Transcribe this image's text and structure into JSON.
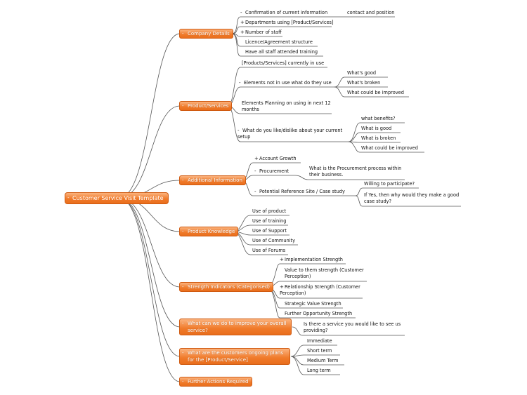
{
  "root": {
    "label": "Customer Service Visit Template",
    "toggle": "-"
  },
  "branches": [
    {
      "label": "Company Details",
      "toggle": "-"
    },
    {
      "label": "Product/Services",
      "toggle": "-"
    },
    {
      "label": "Additional Information",
      "toggle": "-"
    },
    {
      "label": "Product Knowledge",
      "toggle": "-"
    },
    {
      "label": "Strength Indicators (Categorised)",
      "toggle": "-"
    },
    {
      "label": "What can we do to improve your overall service?",
      "toggle": "-"
    },
    {
      "label": "What are the customers ongoing plans for the [Product/Service]",
      "toggle": "-"
    },
    {
      "label": "Further Actions Required",
      "toggle": "-"
    }
  ],
  "leaves": [
    {
      "label": "Confirmation of current information",
      "marker": "-"
    },
    {
      "label": "contact and position",
      "marker": ""
    },
    {
      "label": "Departments using [Product/Services]",
      "marker": "+"
    },
    {
      "label": "Number of staff",
      "marker": "+"
    },
    {
      "label": "Licence/Agreement structure",
      "marker": ""
    },
    {
      "label": "Have all staff attended training",
      "marker": ""
    },
    {
      "label": "[Products/Services] currently in use",
      "marker": ""
    },
    {
      "label": "Elements not in use what do they use",
      "marker": "-"
    },
    {
      "label": "What's good",
      "marker": ""
    },
    {
      "label": "What's broken",
      "marker": ""
    },
    {
      "label": "What could be improved",
      "marker": ""
    },
    {
      "label": "Elements Planning on using in next 12 months",
      "marker": ""
    },
    {
      "label": "What do you like/dislike about your current setup",
      "marker": "-"
    },
    {
      "label": "what benefits?",
      "marker": ""
    },
    {
      "label": "What is good",
      "marker": ""
    },
    {
      "label": "What is broken",
      "marker": ""
    },
    {
      "label": "What could be improved",
      "marker": ""
    },
    {
      "label": "Account Growth",
      "marker": "+"
    },
    {
      "label": "Procurement",
      "marker": "-"
    },
    {
      "label": "What is the Procurement process within their business.",
      "marker": ""
    },
    {
      "label": "Potential Reference Site / Case study",
      "marker": "-"
    },
    {
      "label": "Willing to participate?",
      "marker": ""
    },
    {
      "label": "If Yes, then why would they make a good case study?",
      "marker": ""
    },
    {
      "label": "Use of product",
      "marker": ""
    },
    {
      "label": "Use of training",
      "marker": ""
    },
    {
      "label": "Use of Support",
      "marker": ""
    },
    {
      "label": "Use of Community",
      "marker": ""
    },
    {
      "label": "Use of Forums",
      "marker": ""
    },
    {
      "label": "Implementation Strength",
      "marker": "+"
    },
    {
      "label": "Value to them strength (Customer Perception)",
      "marker": ""
    },
    {
      "label": "Relationship Strength (Customer Perception)",
      "marker": "+"
    },
    {
      "label": "Strategic Value Strength",
      "marker": ""
    },
    {
      "label": "Further Opportunity Strength",
      "marker": ""
    },
    {
      "label": "Is there a service you would like to see us providing?",
      "marker": ""
    },
    {
      "label": "Immediate",
      "marker": ""
    },
    {
      "label": "Short term",
      "marker": ""
    },
    {
      "label": "Medium Term",
      "marker": ""
    },
    {
      "label": "Long term",
      "marker": ""
    }
  ],
  "colors": {
    "branch_fill": "#f07a2a",
    "branch_border": "#d05a10",
    "line": "#555555"
  }
}
